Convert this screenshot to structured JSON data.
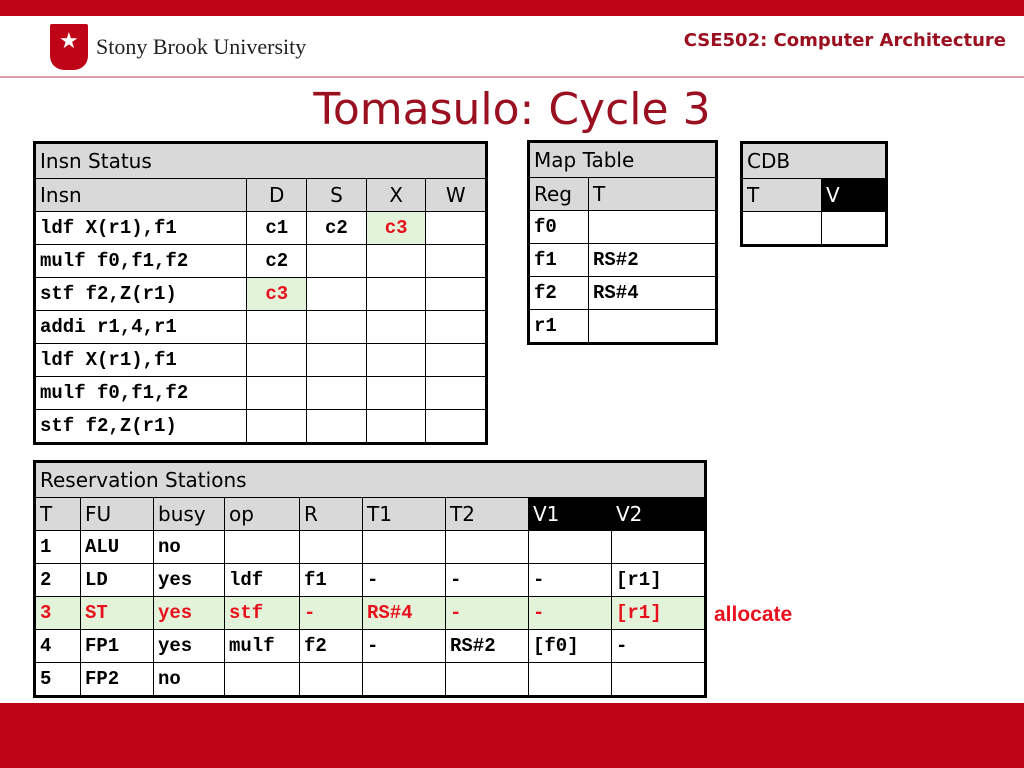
{
  "header": {
    "logo_text": "Stony Brook University",
    "course": "CSE502: Computer Architecture",
    "slide_title": "Tomasulo: Cycle 3"
  },
  "insn_status": {
    "title": "Insn Status",
    "columns": [
      "Insn",
      "D",
      "S",
      "X",
      "W"
    ],
    "rows": [
      [
        "ldf X(r1),f1",
        "c1",
        "c2",
        "c3",
        ""
      ],
      [
        "mulf f0,f1,f2",
        "c2",
        "",
        "",
        ""
      ],
      [
        "stf f2,Z(r1)",
        "c3",
        "",
        "",
        ""
      ],
      [
        "addi r1,4,r1",
        "",
        "",
        "",
        ""
      ],
      [
        "ldf X(r1),f1",
        "",
        "",
        "",
        ""
      ],
      [
        "mulf f0,f1,f2",
        "",
        "",
        "",
        ""
      ],
      [
        "stf f2,Z(r1)",
        "",
        "",
        "",
        ""
      ]
    ]
  },
  "map_table": {
    "title": "Map Table",
    "columns": [
      "Reg",
      "T"
    ],
    "rows": [
      [
        "f0",
        ""
      ],
      [
        "f1",
        "RS#2"
      ],
      [
        "f2",
        "RS#4"
      ],
      [
        "r1",
        ""
      ]
    ]
  },
  "cdb": {
    "title": "CDB",
    "columns": [
      "T",
      "V"
    ],
    "row": [
      "",
      ""
    ]
  },
  "reservation_stations": {
    "title": "Reservation Stations",
    "columns": [
      "T",
      "FU",
      "busy",
      "op",
      "R",
      "T1",
      "T2",
      "V1",
      "V2"
    ],
    "rows": [
      [
        "1",
        "ALU",
        "no",
        "",
        "",
        "",
        "",
        "",
        ""
      ],
      [
        "2",
        "LD",
        "yes",
        "ldf",
        "f1",
        "-",
        "-",
        "-",
        "[r1]"
      ],
      [
        "3",
        "ST",
        "yes",
        "stf",
        "-",
        "RS#4",
        "-",
        "-",
        "[r1]"
      ],
      [
        "4",
        "FP1",
        "yes",
        "mulf",
        "f2",
        "-",
        "RS#2",
        "[f0]",
        "-"
      ],
      [
        "5",
        "FP2",
        "no",
        "",
        "",
        "",
        "",
        "",
        ""
      ]
    ]
  },
  "annotation": "allocate",
  "colors": {
    "brand": "#c00418",
    "title": "#9b1020",
    "highlight_text": "#e8101c",
    "highlight_bg": "#e3f3d9"
  }
}
